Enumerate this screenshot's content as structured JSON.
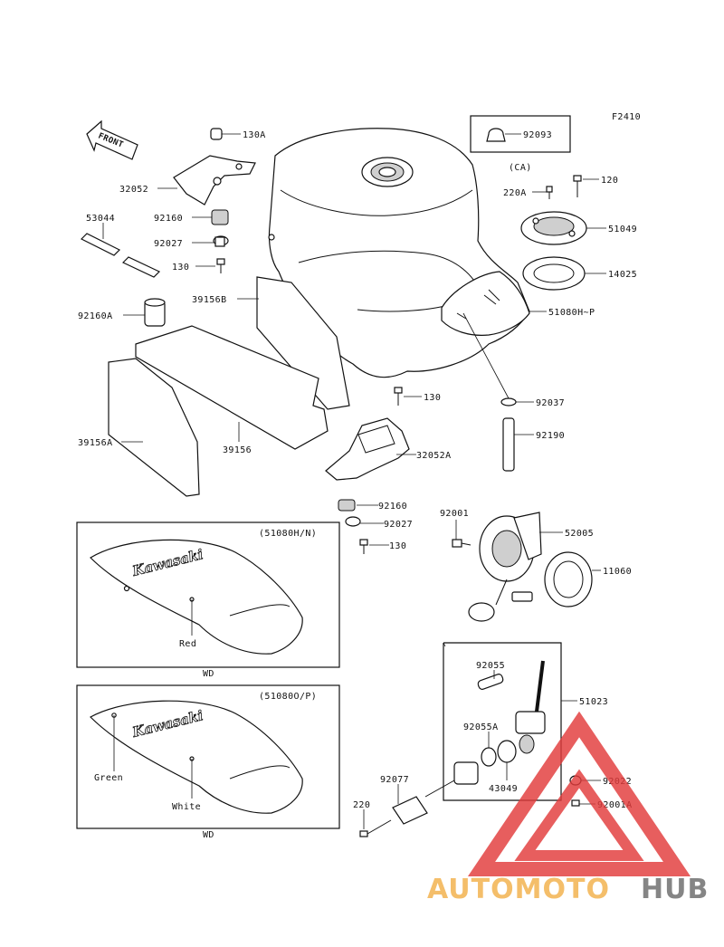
{
  "figure_code": "F2410",
  "front_label": "FRONT",
  "callouts": [
    {
      "id": "c-130A",
      "text": "130A"
    },
    {
      "id": "c-32052",
      "text": "32052"
    },
    {
      "id": "c-53044",
      "text": "53044"
    },
    {
      "id": "c-92160-top",
      "text": "92160"
    },
    {
      "id": "c-92027-top",
      "text": "92027"
    },
    {
      "id": "c-130-top",
      "text": "130"
    },
    {
      "id": "c-39156B",
      "text": "39156B"
    },
    {
      "id": "c-92160A",
      "text": "92160A"
    },
    {
      "id": "c-39156A",
      "text": "39156A"
    },
    {
      "id": "c-39156",
      "text": "39156"
    },
    {
      "id": "c-130-mid",
      "text": "130"
    },
    {
      "id": "c-32052A",
      "text": "32052A"
    },
    {
      "id": "c-92160-mid",
      "text": "92160"
    },
    {
      "id": "c-92027-mid",
      "text": "92027"
    },
    {
      "id": "c-130-low",
      "text": "130"
    },
    {
      "id": "c-92093",
      "text": "92093"
    },
    {
      "id": "c-CA",
      "text": "(CA)"
    },
    {
      "id": "c-120",
      "text": "120"
    },
    {
      "id": "c-220A",
      "text": "220A"
    },
    {
      "id": "c-51049",
      "text": "51049"
    },
    {
      "id": "c-14025",
      "text": "14025"
    },
    {
      "id": "c-51080HP",
      "text": "51080H~P"
    },
    {
      "id": "c-92037",
      "text": "92037"
    },
    {
      "id": "c-92190",
      "text": "92190"
    },
    {
      "id": "c-92001",
      "text": "92001"
    },
    {
      "id": "c-52005",
      "text": "52005"
    },
    {
      "id": "c-11060",
      "text": "11060"
    },
    {
      "id": "c-92055",
      "text": "92055"
    },
    {
      "id": "c-51023",
      "text": "51023"
    },
    {
      "id": "c-92055A",
      "text": "92055A"
    },
    {
      "id": "c-43049",
      "text": "43049"
    },
    {
      "id": "c-92077",
      "text": "92077"
    },
    {
      "id": "c-92022",
      "text": "92022"
    },
    {
      "id": "c-92001A",
      "text": "92001A"
    },
    {
      "id": "c-220",
      "text": "220"
    }
  ],
  "insets": [
    {
      "code": "(51080H/N)",
      "logo": "Kawasaki",
      "colors": [
        "Red"
      ],
      "footer": "WD"
    },
    {
      "code": "(51080O/P)",
      "logo": "Kawasaki",
      "colors": [
        "Green",
        "White"
      ],
      "footer": "WD"
    }
  ],
  "watermark": {
    "part1": "AUTOMOTO",
    "part2": "HUB",
    "color1": "#f2b04a",
    "color2": "#6b6b6b",
    "triangle_color": "#e23b3b"
  }
}
